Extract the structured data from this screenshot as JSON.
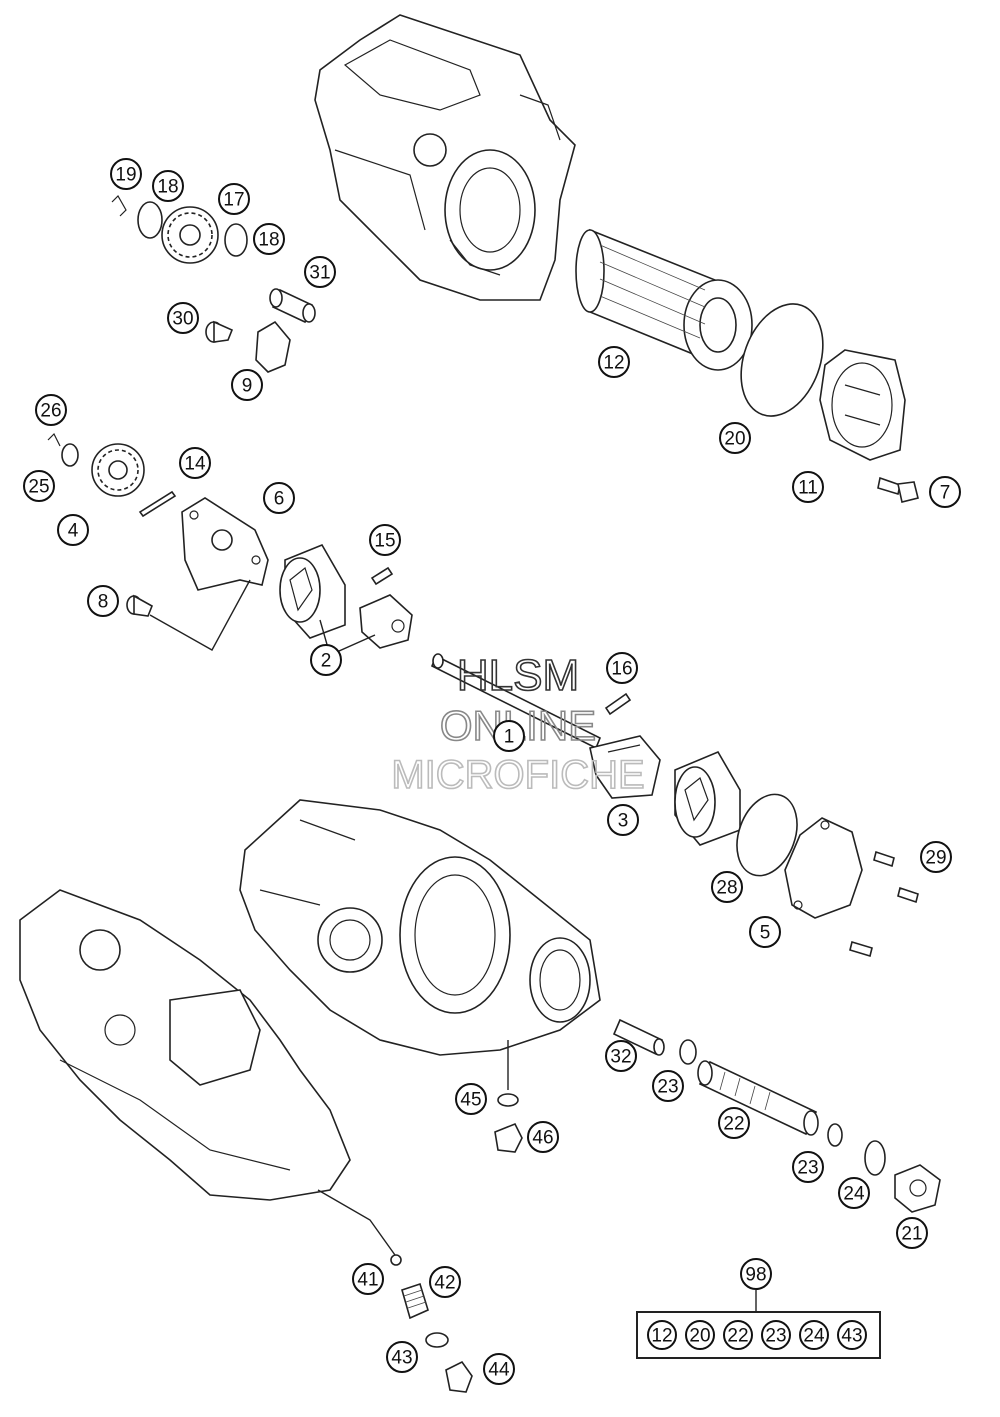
{
  "watermark": {
    "line1": "HLSM",
    "line2": "ONLINE",
    "line3": "MICROFICHE"
  },
  "callouts": [
    {
      "id": "c19",
      "label": "19"
    },
    {
      "id": "c18a",
      "label": "18"
    },
    {
      "id": "c17",
      "label": "17"
    },
    {
      "id": "c18b",
      "label": "18"
    },
    {
      "id": "c31",
      "label": "31"
    },
    {
      "id": "c30",
      "label": "30"
    },
    {
      "id": "c9",
      "label": "9"
    },
    {
      "id": "c12",
      "label": "12"
    },
    {
      "id": "c20",
      "label": "20"
    },
    {
      "id": "c11",
      "label": "11"
    },
    {
      "id": "c7",
      "label": "7"
    },
    {
      "id": "c26",
      "label": "26"
    },
    {
      "id": "c14",
      "label": "14"
    },
    {
      "id": "c25",
      "label": "25"
    },
    {
      "id": "c6",
      "label": "6"
    },
    {
      "id": "c4",
      "label": "4"
    },
    {
      "id": "c15",
      "label": "15"
    },
    {
      "id": "c8",
      "label": "8"
    },
    {
      "id": "c2",
      "label": "2"
    },
    {
      "id": "c16",
      "label": "16"
    },
    {
      "id": "c1",
      "label": "1"
    },
    {
      "id": "c3",
      "label": "3"
    },
    {
      "id": "c29",
      "label": "29"
    },
    {
      "id": "c28",
      "label": "28"
    },
    {
      "id": "c5",
      "label": "5"
    },
    {
      "id": "c32",
      "label": "32"
    },
    {
      "id": "c23a",
      "label": "23"
    },
    {
      "id": "c45",
      "label": "45"
    },
    {
      "id": "c22",
      "label": "22"
    },
    {
      "id": "c46",
      "label": "46"
    },
    {
      "id": "c23b",
      "label": "23"
    },
    {
      "id": "c24",
      "label": "24"
    },
    {
      "id": "c21",
      "label": "21"
    },
    {
      "id": "c41",
      "label": "41"
    },
    {
      "id": "c42",
      "label": "42"
    },
    {
      "id": "c43",
      "label": "43"
    },
    {
      "id": "c44",
      "label": "44"
    },
    {
      "id": "c98",
      "label": "98"
    }
  ],
  "kit": {
    "label": "98",
    "items": [
      "12",
      "20",
      "22",
      "23",
      "24",
      "43"
    ]
  }
}
